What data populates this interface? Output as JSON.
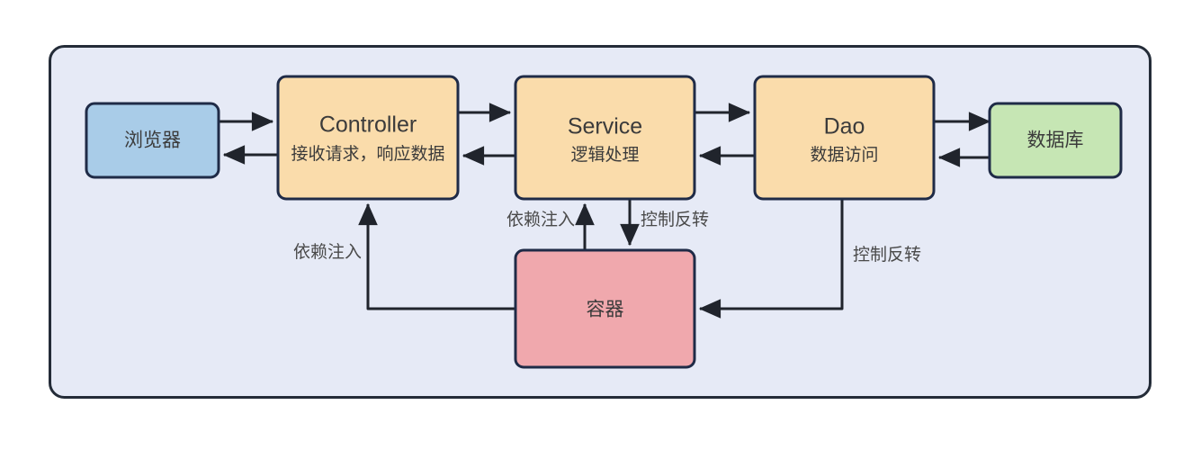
{
  "diagram": {
    "title_text": "",
    "palette": {
      "page_background": "#ffffff",
      "panel_background": "#e6eaf6",
      "panel_border": "#242c38",
      "node_border": "#1f2b47",
      "browser_fill": "#a9cce8",
      "layer_fill": "#fadcab",
      "container_fill": "#f0a8ad",
      "database_fill": "#c6e6b4",
      "edge_color": "#20242c",
      "text_color": "#3b3b3b",
      "label_color": "#4a4a4a"
    },
    "nodes": [
      {
        "id": "browser",
        "title": "浏览器",
        "subtitle": "",
        "fill_key": "browser_fill"
      },
      {
        "id": "controller",
        "title": "Controller",
        "subtitle": "接收请求，响应数据",
        "fill_key": "layer_fill"
      },
      {
        "id": "service",
        "title": "Service",
        "subtitle": "逻辑处理",
        "fill_key": "layer_fill"
      },
      {
        "id": "dao",
        "title": "Dao",
        "subtitle": "数据访问",
        "fill_key": "layer_fill"
      },
      {
        "id": "database",
        "title": "数据库",
        "subtitle": "",
        "fill_key": "database_fill"
      },
      {
        "id": "container",
        "title": "容器",
        "subtitle": "",
        "fill_key": "container_fill"
      }
    ],
    "edge_labels": {
      "di_left": "依赖注入",
      "di_center": "依赖注入",
      "ioc_center": "控制反转",
      "ioc_right": "控制反转"
    },
    "edges": [
      {
        "from": "browser",
        "to": "controller",
        "label": ""
      },
      {
        "from": "controller",
        "to": "browser",
        "label": ""
      },
      {
        "from": "controller",
        "to": "service",
        "label": ""
      },
      {
        "from": "service",
        "to": "controller",
        "label": ""
      },
      {
        "from": "service",
        "to": "dao",
        "label": ""
      },
      {
        "from": "dao",
        "to": "service",
        "label": ""
      },
      {
        "from": "dao",
        "to": "database",
        "label": ""
      },
      {
        "from": "database",
        "to": "dao",
        "label": ""
      },
      {
        "from": "container",
        "to": "controller",
        "label": "依赖注入"
      },
      {
        "from": "container",
        "to": "service",
        "label": "依赖注入"
      },
      {
        "from": "service",
        "to": "container",
        "label": "控制反转"
      },
      {
        "from": "dao",
        "to": "container",
        "label": "控制反转"
      }
    ]
  }
}
